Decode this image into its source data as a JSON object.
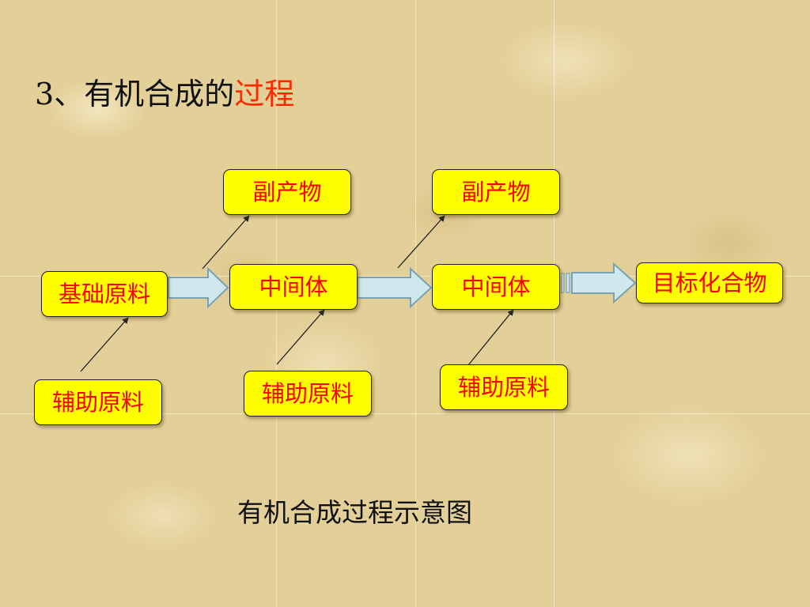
{
  "title": {
    "prefix": "3、有机合成的",
    "highlight": "过程"
  },
  "nodes": {
    "base_material": "基础原料",
    "intermediate_1": "中间体",
    "intermediate_2": "中间体",
    "target_compound": "目标化合物",
    "byproduct_1": "副产物",
    "byproduct_2": "副产物",
    "auxiliary_1": "辅助原料",
    "auxiliary_2": "辅助原料",
    "auxiliary_3": "辅助原料"
  },
  "caption": "有机合成过程示意图",
  "colors": {
    "box_fill": "#ffff00",
    "box_text": "#ff0000",
    "title_highlight": "#ff2a00",
    "arrow_fill": "#cfe8ee",
    "arrow_stroke": "#7aa2b0"
  }
}
